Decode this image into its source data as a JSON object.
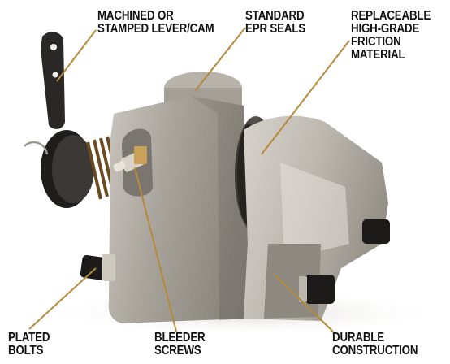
{
  "figure": {
    "subject": "Brake caliper assembly with labeled features",
    "leader_color": "#b58a3c"
  },
  "callouts": [
    {
      "id": "lever",
      "lines": [
        "MACHINED OR",
        "STAMPED LEVER/CAM"
      ]
    },
    {
      "id": "seals",
      "lines": [
        "STANDARD",
        "EPR SEALS"
      ]
    },
    {
      "id": "friction",
      "lines": [
        "REPLACEABLE",
        "HIGH-GRADE",
        "FRICTION",
        "MATERIAL"
      ]
    },
    {
      "id": "bolts",
      "lines": [
        "PLATED",
        "BOLTS"
      ]
    },
    {
      "id": "bleeder",
      "lines": [
        "BLEEDER",
        "SCREWS"
      ]
    },
    {
      "id": "construction",
      "lines": [
        "DURABLE",
        "CONSTRUCTION"
      ]
    }
  ]
}
